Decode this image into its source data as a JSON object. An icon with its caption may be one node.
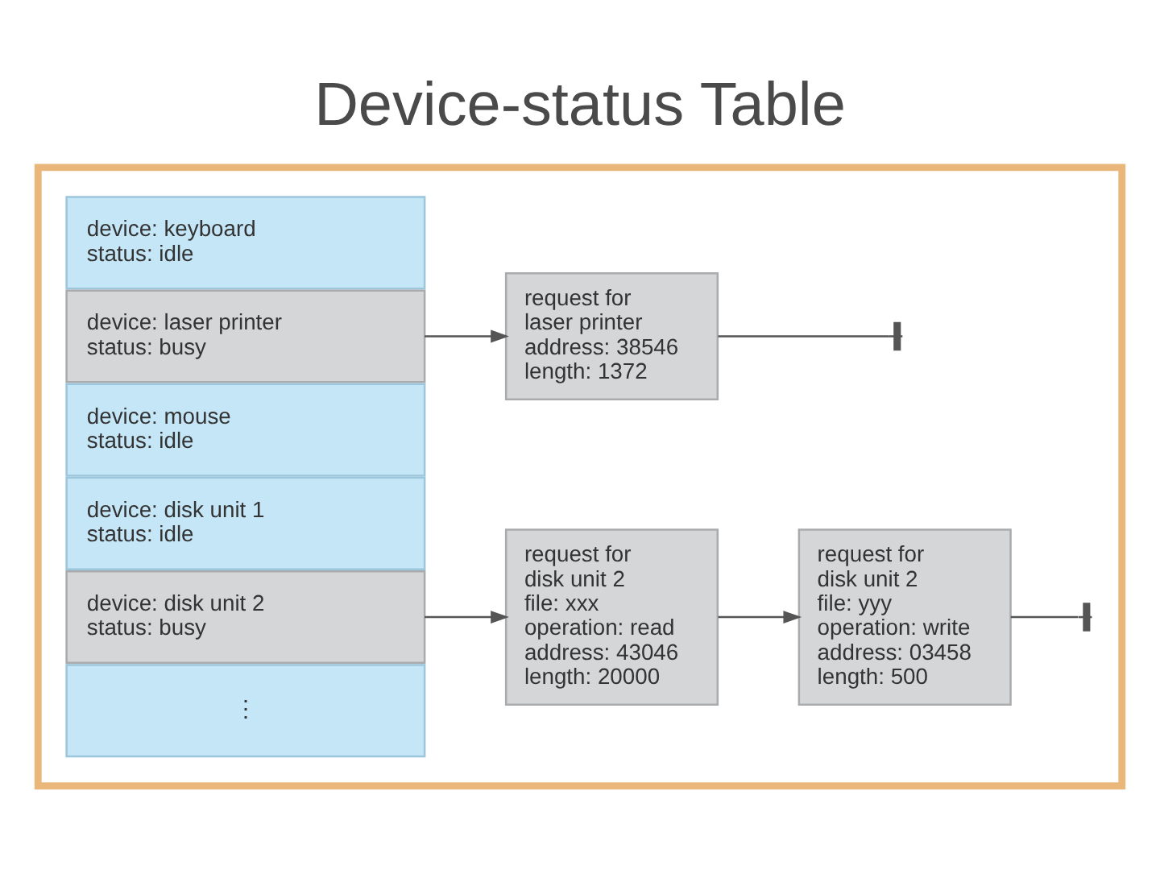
{
  "diagram": {
    "title": "Device-status Table",
    "nodes": [
      {
        "text": [],
        "shape": "box"
      },
      {
        "text": [
          "device: keyboard",
          "status: idle"
        ],
        "in": 0
      },
      {
        "text": [
          "device: laser printer",
          "status: busy"
        ],
        "in": 0
      },
      {
        "text": [
          "device: mouse",
          "status: idle"
        ],
        "in": 0
      },
      {
        "text": [
          "device: disk unit 1",
          "status: idle"
        ],
        "in": 0
      },
      {
        "text": [
          "device: disk unit 2",
          "status: busy"
        ],
        "in": 0
      },
      {
        "text": [
          "⋮"
        ],
        "in": 0
      },
      {
        "text": [
          "request for laser printer",
          "address: 38546",
          "length: 1372"
        ],
        "in": 0
      },
      {
        "text": [
          "request for disk unit 2",
          "file: xxx",
          "operation: read",
          "address: 43046",
          "length: 20000"
        ],
        "in": 0
      },
      {
        "text": [
          "request for disk unit 2",
          "file: yyy",
          "operation: write",
          "address: 03458",
          "length: 500"
        ],
        "in": 0
      }
    ],
    "edges": [
      {
        "from": 2,
        "to": 7,
        "arrow": "to"
      },
      {
        "from": 7,
        "to": null,
        "arrow": "other"
      },
      {
        "from": 5,
        "to": 8,
        "arrow": "to"
      },
      {
        "from": 8,
        "to": 9,
        "arrow": "to"
      },
      {
        "from": 9,
        "to": null,
        "arrow": "other"
      }
    ]
  }
}
